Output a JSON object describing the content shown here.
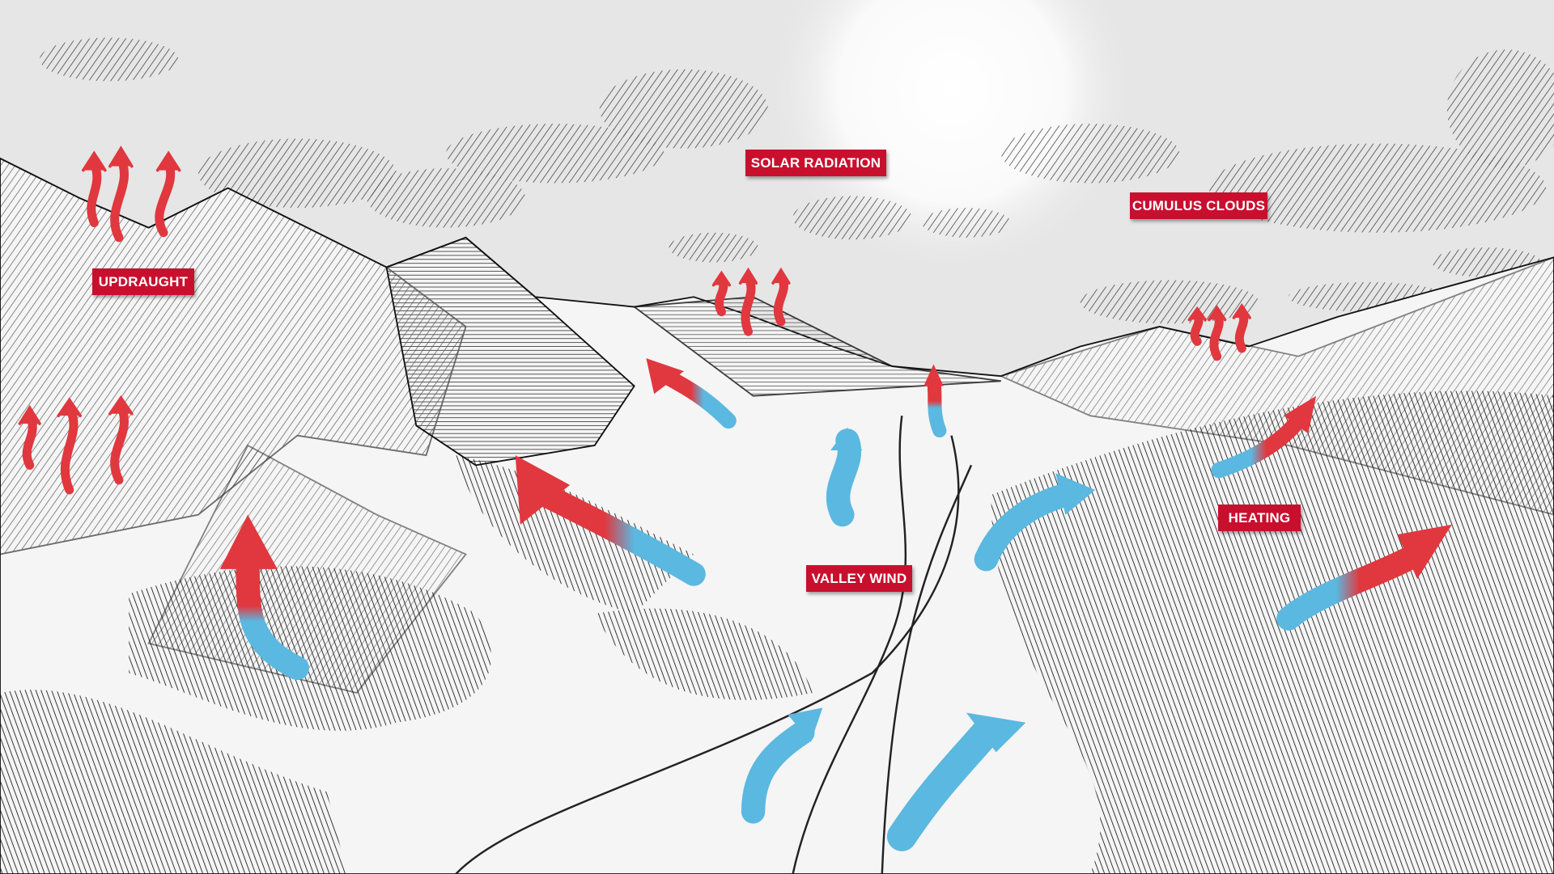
{
  "labels": {
    "solar_radiation": "SOLAR RADIATION",
    "cumulus_clouds": "CUMULUS CLOUDS",
    "updraught": "UPDRAUGHT",
    "heating": "HEATING",
    "valley_wind": "VALLEY WIND"
  },
  "colors": {
    "label_bg": "#c8102e",
    "warm_arrow": "#e0383e",
    "cool_arrow": "#5bb8e0",
    "sky": "#e6e6e6"
  }
}
